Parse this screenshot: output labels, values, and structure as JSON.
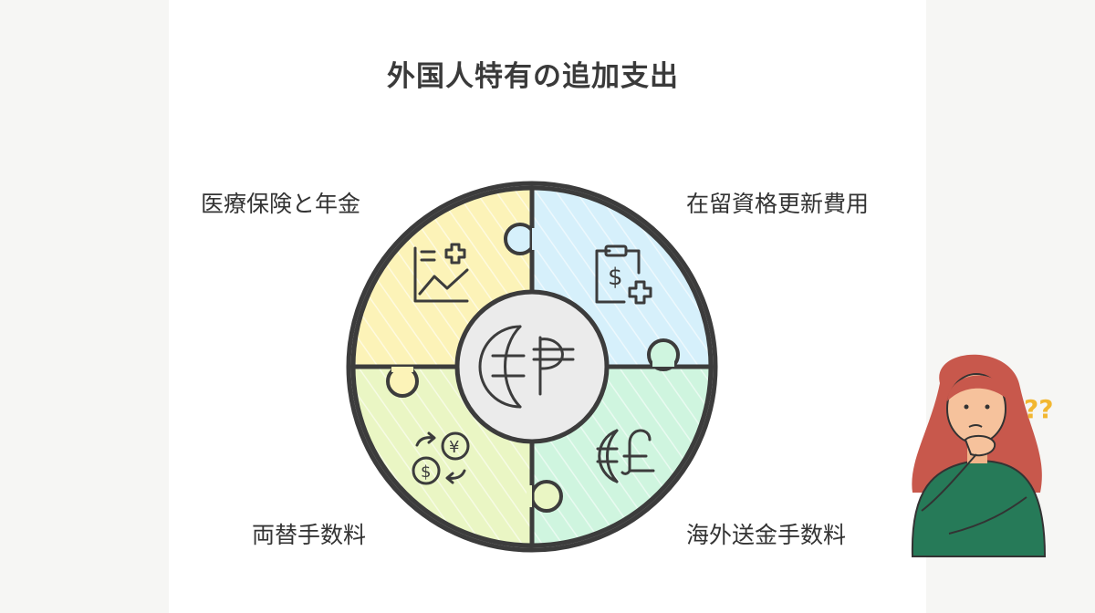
{
  "title": "外国人特有の追加支出",
  "segments": [
    {
      "label": "医療保険と年金",
      "icon": "chart-plus-icon",
      "color": "#fcf3b8"
    },
    {
      "label": "在留資格更新費用",
      "icon": "clipboard-dollar-plus-icon",
      "color": "#d6f0fb"
    },
    {
      "label": "両替手数料",
      "icon": "currency-exchange-icon",
      "color": "#eaf6c4"
    },
    {
      "label": "海外送金手数料",
      "icon": "euro-pound-icon",
      "color": "#cff5df"
    }
  ],
  "center": {
    "icon": "globe-currency-icon",
    "color": "#ebebeb"
  },
  "illustration": {
    "icon": "confused-woman-icon",
    "question_marks": "??"
  }
}
